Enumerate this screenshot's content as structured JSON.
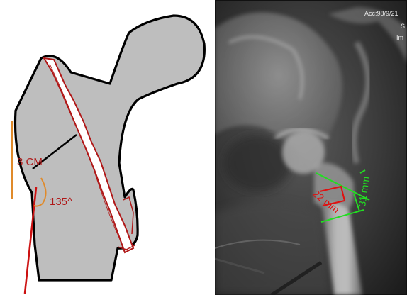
{
  "diagram": {
    "label_length": "3 CM",
    "label_angle": "135^",
    "colors": {
      "bone_fill": "#bebebe",
      "outline": "#000000",
      "fracture": "#b01818",
      "measure_orange": "#e08a2a",
      "guide_red": "#cc1111"
    }
  },
  "xray": {
    "overlay_lines": [
      "Acc:98/9/21",
      "S",
      "Im"
    ],
    "measure_green": "31 mm",
    "measure_red": "22 mm",
    "colors": {
      "green": "#22dd22",
      "red": "#e01010",
      "overlay_text": "#e8e8e8"
    }
  }
}
